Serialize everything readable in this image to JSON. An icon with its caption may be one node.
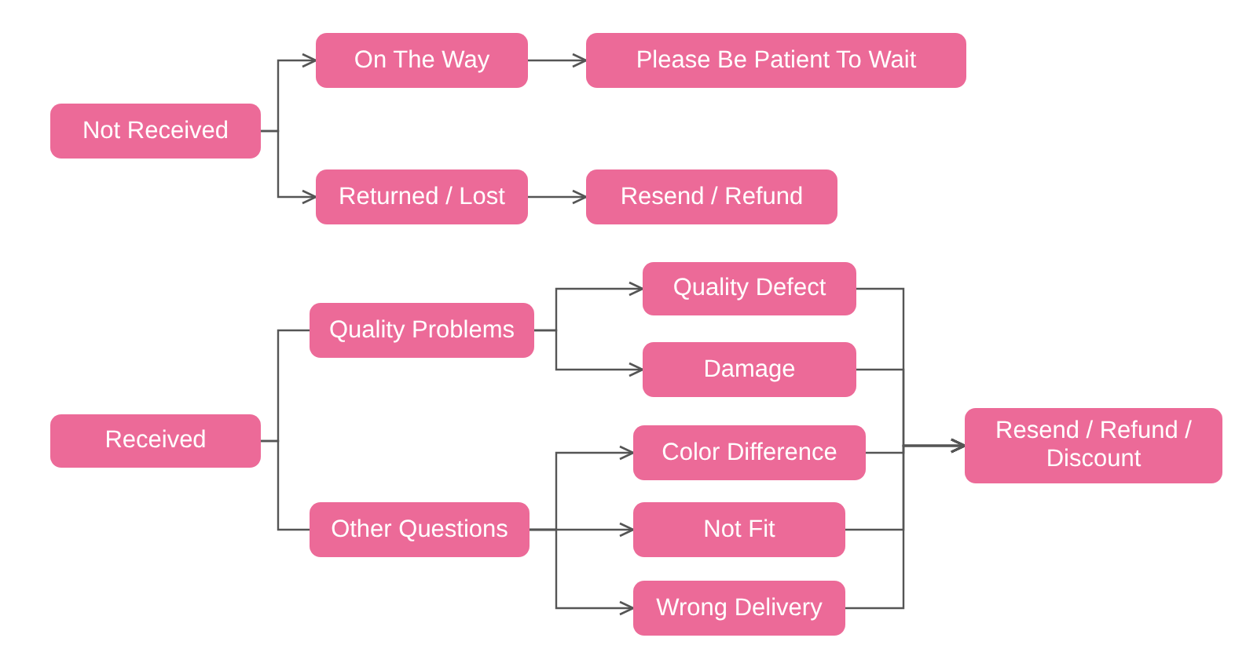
{
  "diagram": {
    "nodes": [
      {
        "text": [
          "Not Received"
        ]
      },
      {
        "text": [
          "On The Way"
        ]
      },
      {
        "text": [
          "Please Be Patient To Wait"
        ]
      },
      {
        "text": [
          "Returned / Lost"
        ]
      },
      {
        "text": [
          "Resend / Refund"
        ]
      },
      {
        "text": [
          "Received"
        ]
      },
      {
        "text": [
          "Quality Problems"
        ]
      },
      {
        "text": [
          "Other Questions"
        ]
      },
      {
        "text": [
          "Quality Defect"
        ]
      },
      {
        "text": [
          "Damage"
        ]
      },
      {
        "text": [
          "Color Difference"
        ]
      },
      {
        "text": [
          "Not Fit"
        ]
      },
      {
        "text": [
          "Wrong Delivery"
        ]
      },
      {
        "text": [
          "Resend / Refund / Discount"
        ]
      }
    ],
    "edges": [
      {
        "from": 0,
        "to": 1,
        "arrow": "to"
      },
      {
        "from": 0,
        "to": 3,
        "arrow": "to"
      },
      {
        "from": 1,
        "to": 2,
        "arrow": "to"
      },
      {
        "from": 3,
        "to": 4,
        "arrow": "to"
      },
      {
        "from": 5,
        "to": 6,
        "arrow": "none"
      },
      {
        "from": 5,
        "to": 7,
        "arrow": "none"
      },
      {
        "from": 6,
        "to": 8,
        "arrow": "to"
      },
      {
        "from": 6,
        "to": 9,
        "arrow": "to"
      },
      {
        "from": 7,
        "to": 10,
        "arrow": "to"
      },
      {
        "from": 7,
        "to": 11,
        "arrow": "to"
      },
      {
        "from": 7,
        "to": 12,
        "arrow": "to"
      },
      {
        "from": 8,
        "to": 13,
        "arrow": "to"
      },
      {
        "from": 9,
        "to": 13,
        "arrow": "to"
      },
      {
        "from": 10,
        "to": 13,
        "arrow": "to"
      },
      {
        "from": 11,
        "to": 13,
        "arrow": "to"
      },
      {
        "from": 12,
        "to": 13,
        "arrow": "to"
      }
    ]
  }
}
